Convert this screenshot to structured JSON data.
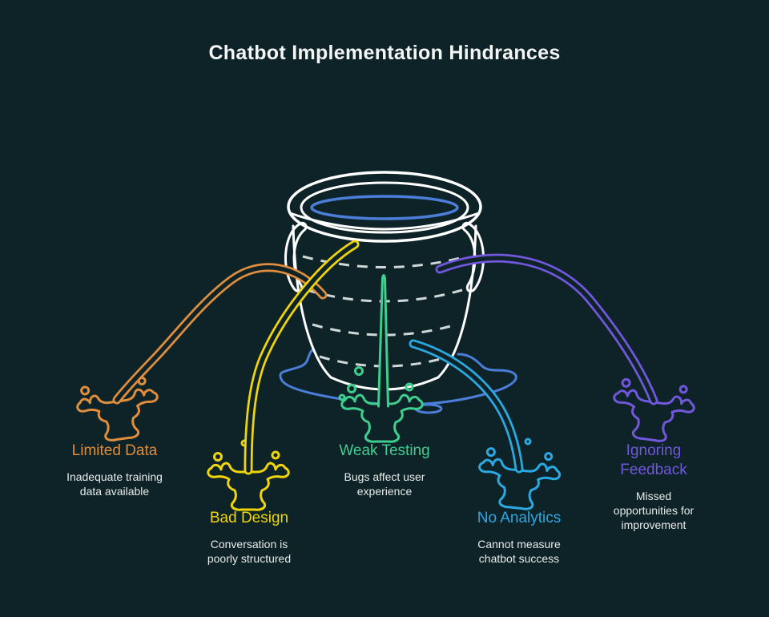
{
  "title": "Chatbot Implementation Hindrances",
  "colors": {
    "background": "#0E2328",
    "title-text": "#F3F6F5",
    "description-text": "#E8EBEA",
    "bucket-outline": "#FFFFFF",
    "dash-lines": "#CFD8D7",
    "water-blue": "#4A7ED8"
  },
  "hindrances": [
    {
      "id": "limited-data",
      "label": "Limited Data",
      "description": "Inadequate training data available",
      "color": "#DF8E3D"
    },
    {
      "id": "bad-design",
      "label": "Bad Design",
      "description": "Conversation is poorly structured",
      "color": "#EFD50A"
    },
    {
      "id": "weak-testing",
      "label": "Weak Testing",
      "description": "Bugs affect user experience",
      "color": "#3ECE8D"
    },
    {
      "id": "no-analytics",
      "label": "No Analytics",
      "description": "Cannot measure chatbot success",
      "color": "#2AA9E2"
    },
    {
      "id": "ignoring-feedback",
      "label": "Ignoring Feedback",
      "description": "Missed opportunities for improvement",
      "color": "#7157DB"
    }
  ]
}
